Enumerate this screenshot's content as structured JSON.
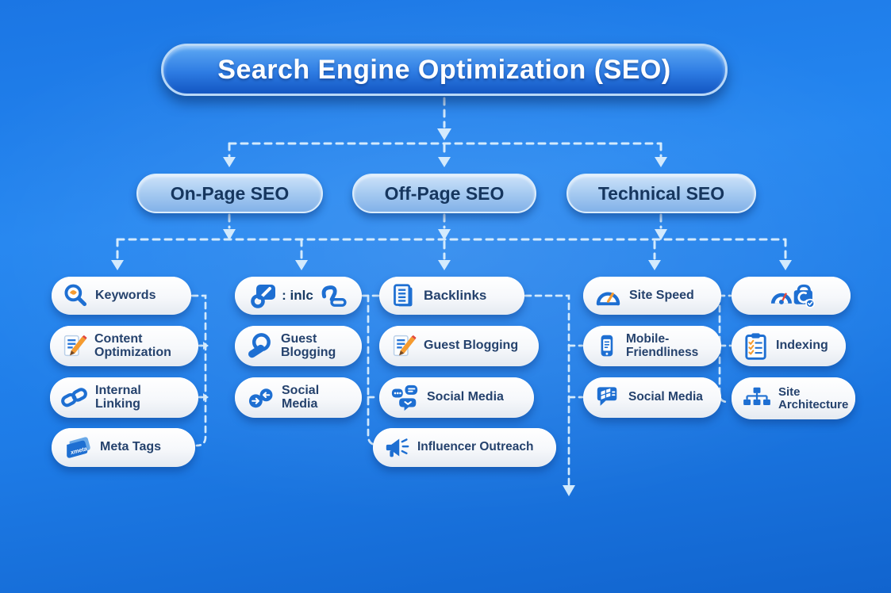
{
  "title": {
    "label": "Search Engine Optimization (SEO)"
  },
  "branches": [
    {
      "label": "On-Page SEO"
    },
    {
      "label": "Off-Page SEO"
    },
    {
      "label": "Technical SEO"
    }
  ],
  "nodes": {
    "onpage": [
      {
        "label": "Keywords",
        "icon": "magnifier-key-icon"
      },
      {
        "label": "Content Optimization",
        "icon": "document-pencil-icon"
      },
      {
        "label": "Internal Linking",
        "icon": "chain-link-icon"
      },
      {
        "label": "Meta Tags",
        "icon": "meta-tag-icon",
        "icon_text": "xmeta"
      }
    ],
    "linking": [
      {
        "label": ": inlc",
        "icon_left": "link-card-icon",
        "icon_right": "link-hook-icon"
      },
      {
        "label": "Guest Blogging",
        "icon": "pen-loop-icon"
      },
      {
        "label": "Social Media",
        "icon": "share-circles-icon"
      }
    ],
    "offpage": [
      {
        "label": "Backlinks",
        "icon": "document-lines-icon"
      },
      {
        "label": "Guest Blogging",
        "icon": "document-pencil-icon"
      },
      {
        "label": "Social Media",
        "icon": "chat-bubbles-icon"
      },
      {
        "label": "Influencer Outreach",
        "icon": "megaphone-icon"
      }
    ],
    "technical": [
      {
        "label": "Site Speed",
        "icon": "speed-gauge-icon"
      },
      {
        "label": "Mobile-Friendliness",
        "icon": "smartphone-icon"
      },
      {
        "label": "Social Media",
        "icon": "chat-lightning-icon"
      }
    ],
    "technical2": [
      {
        "label": "",
        "icon": "gauge-camera-icon"
      },
      {
        "label": "Indexing",
        "icon": "clipboard-checklist-icon"
      },
      {
        "label": "Site Architecture",
        "icon": "sitemap-icon"
      }
    ]
  },
  "colors": {
    "background_blue": "#1f7de8",
    "title_pill_blue": "#2e7ce3",
    "branch_pill_blue": "#a7cbf1",
    "node_text_navy": "#25426d",
    "icon_blue": "#1e6fd2",
    "icon_orange": "#f59b30",
    "connector_light_blue": "#d9edfd"
  }
}
